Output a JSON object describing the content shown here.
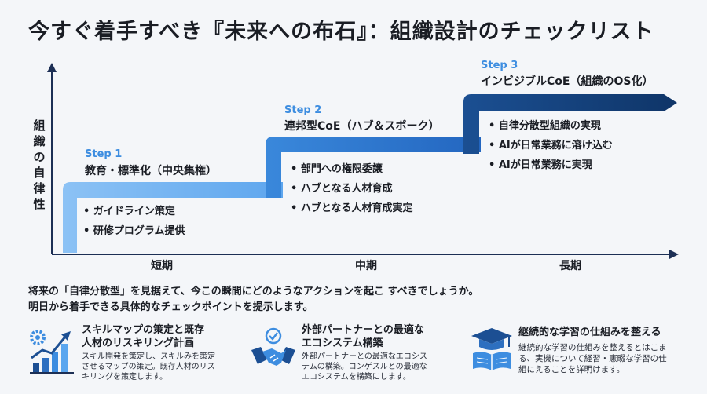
{
  "title": "今すぐ着手すべき『未来への布石』：組織設計のチェックリスト",
  "axis": {
    "y_label": [
      "組",
      "織",
      "の",
      "自",
      "律",
      "性"
    ],
    "x_labels": [
      "短期",
      "中期",
      "長期"
    ]
  },
  "steps": [
    {
      "tag": "Step 1",
      "name": "教育・標準化（中央集権）",
      "items": [
        "ガイドライン策定",
        "研修プログラム提供"
      ]
    },
    {
      "tag": "Step 2",
      "name": "連邦型CoE（ハブ＆スポーク）",
      "items": [
        "部門への権限委譲",
        "ハブとなる人材育成",
        "ハブとなる人材育成実定"
      ]
    },
    {
      "tag": "Step 3",
      "name": "インビジブルCoE（組織のOS化）",
      "items": [
        "自律分散型組織の実現",
        "AIが日常業務に溶け込む",
        "AIが日常業務に実現"
      ]
    }
  ],
  "description": [
    "将来の「自律分散型」を見据えて、今この瞬間にどのようなアクションを起こ すべきでしょうか。",
    "明日から着手できる具体的なチェックポイントを提示します。"
  ],
  "cards": [
    {
      "icon": "growth-chart-gear-icon",
      "title": [
        "スキルマップの策定と既存",
        "人材のリスキリング計画"
      ],
      "body": [
        "スキル開発を策定し、スキルみを策定",
        "させるマップの策定。既存人材のリス",
        "キリングを策定します。"
      ]
    },
    {
      "icon": "handshake-icon",
      "title": [
        "外部パートナーとの最適な",
        "エコシステム構築"
      ],
      "body": [
        "外部パートナーとの最適なエコシス",
        "テムの構築。コンゲスルとの最適な",
        "エコシステムを構築にします。"
      ]
    },
    {
      "icon": "graduation-book-icon",
      "title": [
        "継続的な学習の仕組みを整える"
      ],
      "body": [
        "継続的な学習の仕組みを整えるとはこま",
        "る、実機について経習・憲畷な学習の仕",
        "組にえることを詳明けます。"
      ]
    }
  ],
  "colors": {
    "step1": "#74b3f2",
    "step2": "#2f7cd2",
    "step3": "#123f7c",
    "axis": "#1c2f55",
    "tag": "#3d8de0"
  }
}
